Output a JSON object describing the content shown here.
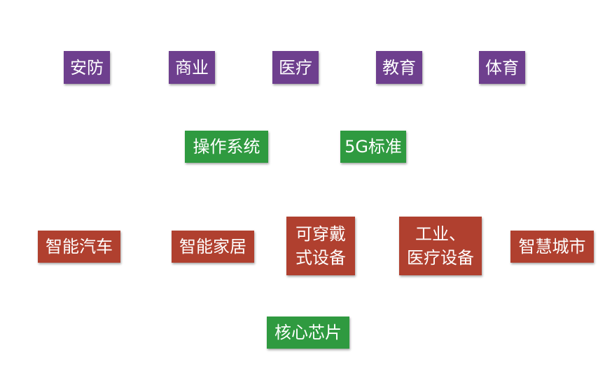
{
  "colors": {
    "application": "#6e3f8e",
    "platform": "#2f9a40",
    "device": "#b0402f"
  },
  "applications": [
    "安防",
    "商业",
    "医疗",
    "教育",
    "体育"
  ],
  "platforms": [
    "操作系统",
    "5G标准"
  ],
  "devices": [
    "智能汽车",
    "智能家居",
    "可穿戴\n式设备",
    "工业、\n医疗设备",
    "智慧城市"
  ],
  "core": "核心芯片"
}
